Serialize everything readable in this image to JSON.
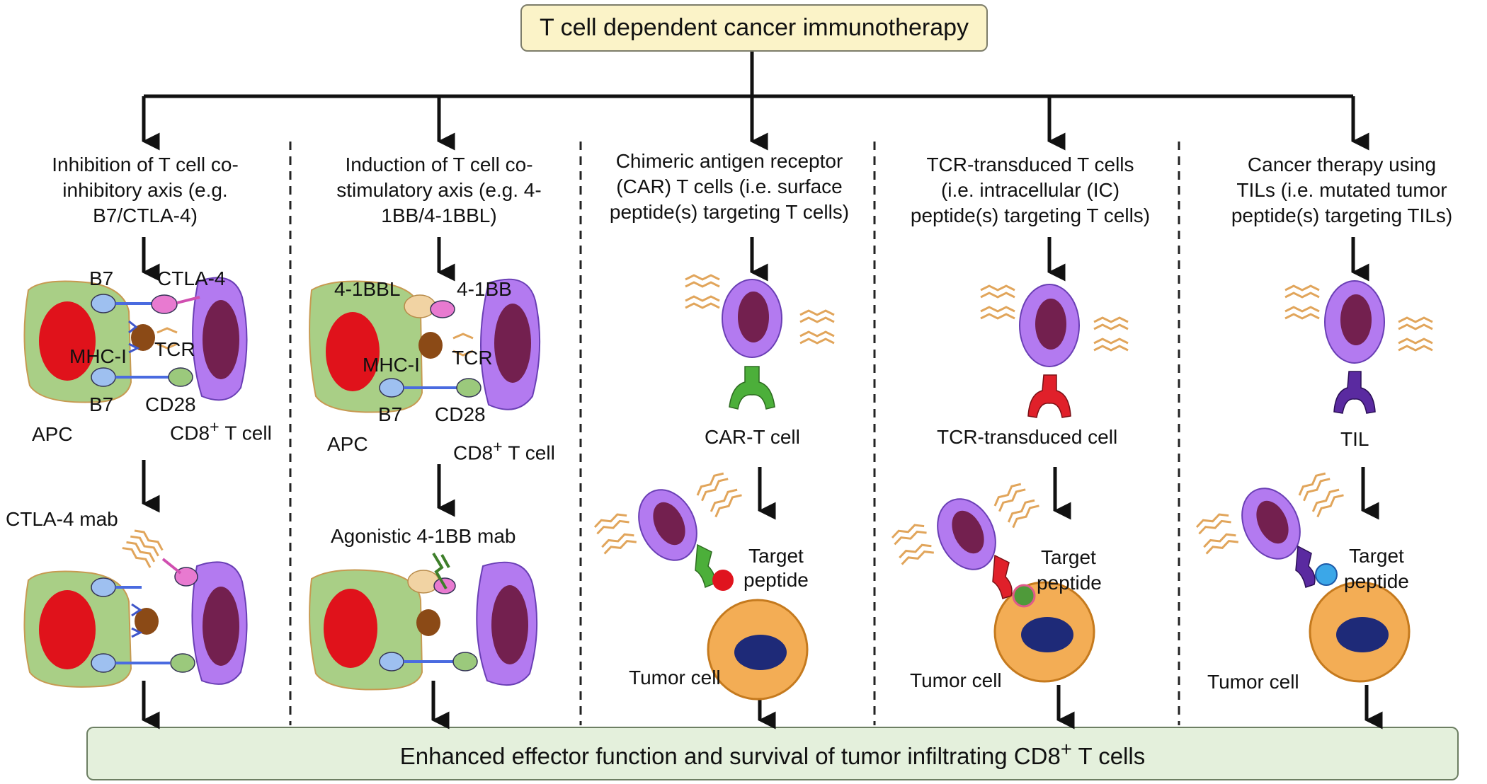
{
  "title": "T cell dependent  cancer immunotherapy",
  "bottom": "Enhanced  effector function and survival of tumor infiltrating CD8",
  "bottom_sup": "+",
  "bottom_tail": " T cells",
  "columns": [
    {
      "heading": [
        "Inhibition of T cell co-",
        "inhibitory axis (e.g.",
        "B7/CTLA-4)"
      ],
      "labels": {
        "b7_top": "B7",
        "ctla4": "CTLA-4",
        "mhc": "MHC-I",
        "tcr": "TCR",
        "b7_bottom": "B7",
        "cd28": "CD28",
        "apc": "APC",
        "cd8": "CD8",
        "cd8_sup": "+",
        "cd8_tail": "T cell",
        "mab": "CTLA-4 mab"
      }
    },
    {
      "heading": [
        "Induction of T cell co-",
        "stimulatory axis (e.g. 4-",
        "1BB/4-1BBL)"
      ],
      "labels": {
        "bbl": "4-1BBL",
        "bb": "4-1BB",
        "mhc": "MHC-I",
        "tcr": "TCR",
        "b7": "B7",
        "cd28": "CD28",
        "apc": "APC",
        "cd8": "CD8",
        "cd8_sup": "+",
        "cd8_tail": "T cell",
        "mab": "Agonistic 4-1BB mab"
      }
    },
    {
      "heading": [
        "Chimeric antigen receptor",
        "(CAR) T cells (i.e. surface",
        "peptide(s) targeting T cells)"
      ],
      "labels": {
        "cell": "CAR-T cell",
        "target": "Target",
        "peptide": "peptide",
        "tumor": "Tumor cell"
      }
    },
    {
      "heading": [
        "TCR-transduced T cells",
        "(i.e. intracellular (IC)",
        "peptide(s) targeting T cells)"
      ],
      "labels": {
        "cell": "TCR-transduced cell",
        "target": "Target",
        "peptide": "peptide",
        "tumor": "Tumor cell"
      }
    },
    {
      "heading": [
        "Cancer therapy using",
        "TILs (i.e. mutated tumor",
        "peptide(s) targeting  TILs)"
      ],
      "labels": {
        "cell": "TIL",
        "target": "Target",
        "peptide": "peptide",
        "tumor": "Tumor cell"
      }
    }
  ],
  "colors": {
    "apc_fill": "#a9cf86",
    "apc_nucleus": "#e0121b",
    "tcell_fill": "#b37af0",
    "tcell_nucleus": "#73204f",
    "tumor_fill": "#f3ad55",
    "tumor_nucleus": "#1e2a78",
    "car": "#4caf3a",
    "tcr_receptor": "#e0202a",
    "til_receptor": "#5a2aa0",
    "peptide_red": "#e0141e",
    "peptide_green": "#4f9a3a",
    "peptide_blue": "#3ba7e8"
  }
}
